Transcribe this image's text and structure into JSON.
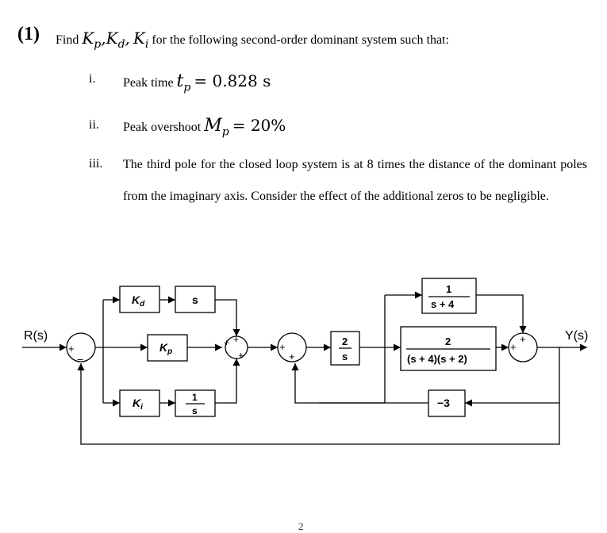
{
  "question": {
    "number": "(1)",
    "intro_prefix": "Find",
    "intro_gains": "K",
    "intro_suffix": "for the following second-order dominant system such that:",
    "gain_subs": [
      "p",
      "d",
      "i"
    ]
  },
  "conditions": [
    {
      "marker": "i.",
      "label": "Peak time",
      "symbol": "t",
      "sub": "p",
      "value": "= 0.828 s"
    },
    {
      "marker": "ii.",
      "label": "Peak overshoot",
      "symbol": "M",
      "sub": "p",
      "value": "= 20%"
    },
    {
      "marker": "iii.",
      "text": "The third pole for the closed loop system is at 8 times the distance of the dominant poles from the imaginary axis. Consider the effect of the additional zeros to be negligible."
    }
  ],
  "diagram": {
    "input_label": "R(s)",
    "output_label": "Y(s)",
    "blocks": {
      "kd": "K",
      "kd_sub": "d",
      "s": "s",
      "kp": "K",
      "kp_sub": "p",
      "ki": "K",
      "ki_sub": "i",
      "integrator_num": "1",
      "integrator_den": "s",
      "plant1_num": "2",
      "plant1_den": "s",
      "top_num": "1",
      "top_den": "s + 4",
      "mid_num": "2",
      "mid_den": "(s + 4)(s + 2)",
      "feedback_gain": "−3"
    },
    "signs": {
      "plus": "+",
      "minus": "−"
    }
  },
  "page_number": "2"
}
